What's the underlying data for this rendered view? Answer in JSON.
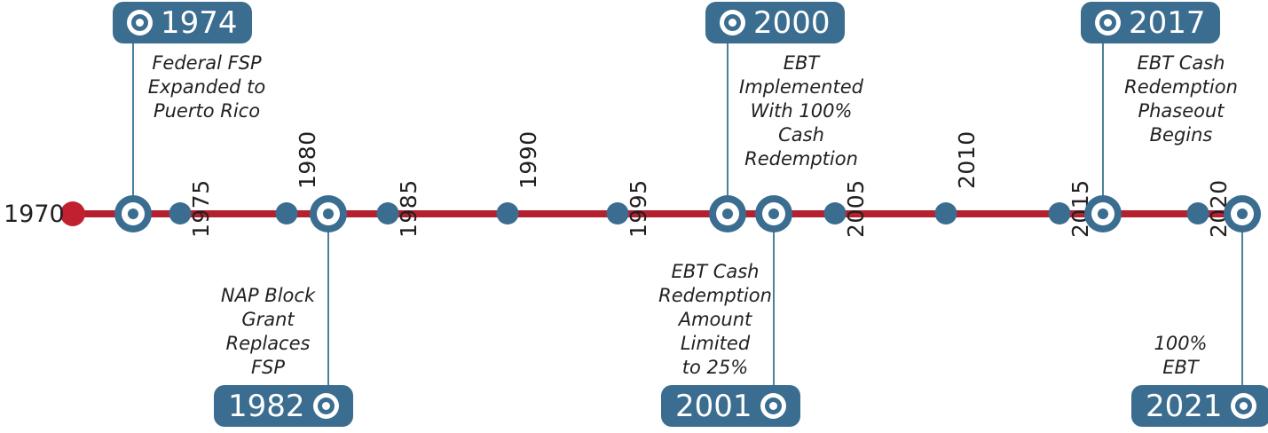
{
  "figure": {
    "type": "timeline",
    "origin_label": "1970",
    "axis_color": "#b5202f",
    "marker_color": "#3a6d8f",
    "pill_color": "#3a6d8f",
    "text_color": "#231f20"
  },
  "ticks": [
    {
      "label": "1975",
      "side": "below"
    },
    {
      "label": "1980",
      "side": "above"
    },
    {
      "label": "1985",
      "side": "below"
    },
    {
      "label": "1990",
      "side": "above"
    },
    {
      "label": "1995",
      "side": "below"
    },
    {
      "label": "2005",
      "side": "below"
    },
    {
      "label": "2010",
      "side": "above"
    },
    {
      "label": "2015",
      "side": "below"
    },
    {
      "label": "2020",
      "side": "below"
    }
  ],
  "events": [
    {
      "year": "1974",
      "position": "above",
      "caption": "Federal FSP\nExpanded to\nPuerto Rico"
    },
    {
      "year": "1982",
      "position": "below",
      "caption": "NAP Block\nGrant\nReplaces\nFSP"
    },
    {
      "year": "2000",
      "position": "above",
      "caption": "EBT\nImplemented\nWith 100%\nCash\nRedemption"
    },
    {
      "year": "2001",
      "position": "below",
      "caption": "EBT Cash\nRedemption\nAmount\nLimited\nto 25%"
    },
    {
      "year": "2017",
      "position": "above",
      "caption": "EBT Cash\nRedemption\nPhaseout\nBegins"
    },
    {
      "year": "2021",
      "position": "below",
      "caption": "100%\nEBT"
    }
  ]
}
